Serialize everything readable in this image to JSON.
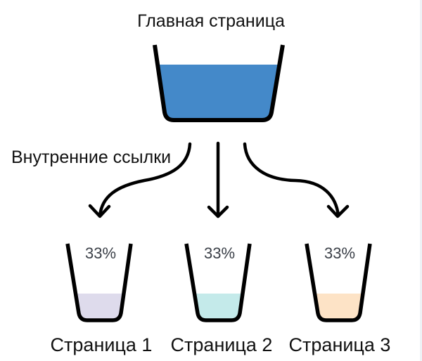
{
  "main_page": {
    "label": "Главная страница",
    "fill_color": "#4489c9"
  },
  "links_label": "Внутренние ссылки",
  "pages": [
    {
      "label": "Страница 1",
      "percent": "33%",
      "fill_color": "#dedbec"
    },
    {
      "label": "Страница 2",
      "percent": "33%",
      "fill_color": "#c4eaea"
    },
    {
      "label": "Страница 3",
      "percent": "33%",
      "fill_color": "#fde3c6"
    }
  ]
}
